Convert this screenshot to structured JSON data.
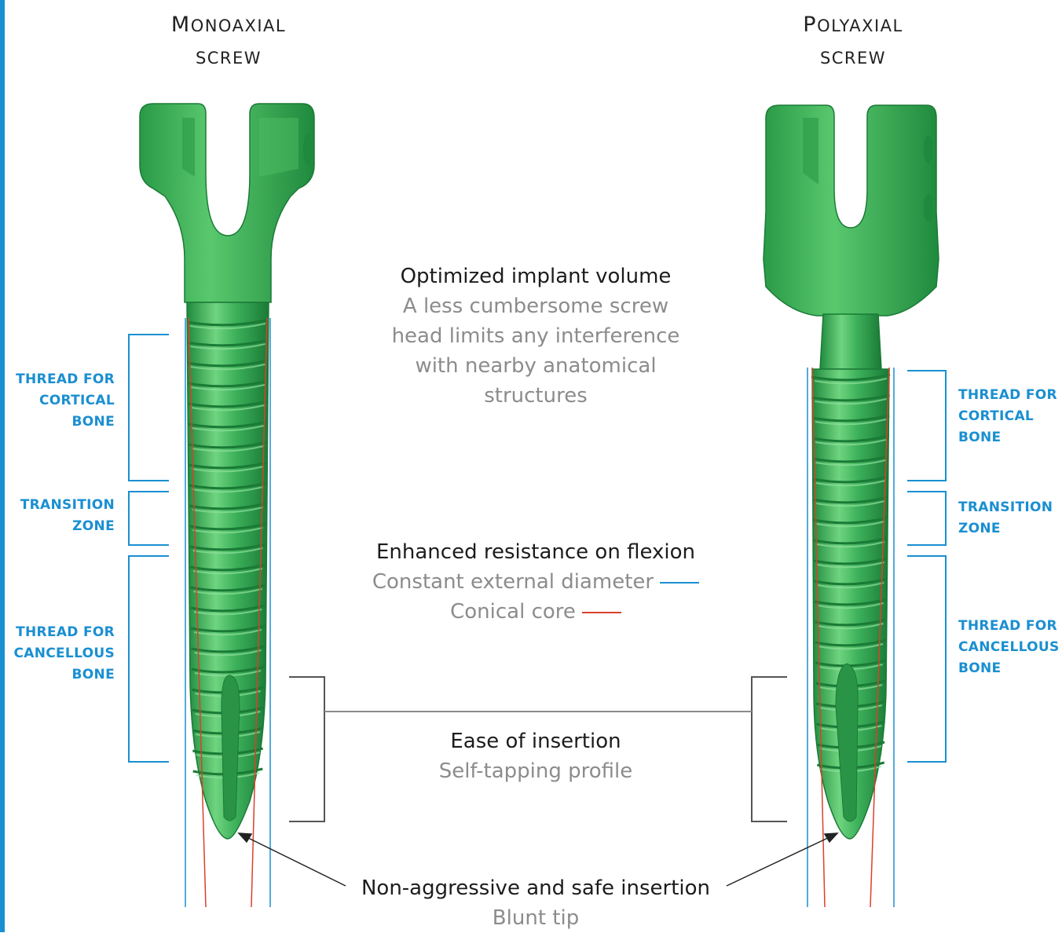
{
  "titles": {
    "mono": {
      "first": "M",
      "rest": "onoaxial",
      "second": "screw"
    },
    "poly": {
      "first": "P",
      "rest": "olyaxial",
      "second": "screw"
    }
  },
  "zones": {
    "cortical": "Thread for\nCortical\nBone",
    "transition": "Transition\nZone",
    "cancellous": "Thread for\nCancellous\nBone"
  },
  "callouts": {
    "volume": {
      "head": "Optimized implant volume",
      "body": "A less cumbersome screw\nhead limits any interference\nwith nearby anatomical\nstructures"
    },
    "flexion": {
      "head": "Enhanced resistance on flexion",
      "line1": "Constant external diameter",
      "line2": "Conical core"
    },
    "insertion": {
      "head": "Ease of insertion",
      "body": "Self-tapping profile"
    },
    "tip": {
      "head": "Non-aggressive and safe insertion",
      "body": "Blunt tip"
    }
  },
  "colors": {
    "screw": "#3cb05a",
    "screw_dark": "#1f8a3e",
    "screw_light": "#7fd88e",
    "diameter_line": "#1a8fd1",
    "core_line": "#d9412b",
    "bracket": "#555555",
    "accent": "#1a8fd1"
  }
}
